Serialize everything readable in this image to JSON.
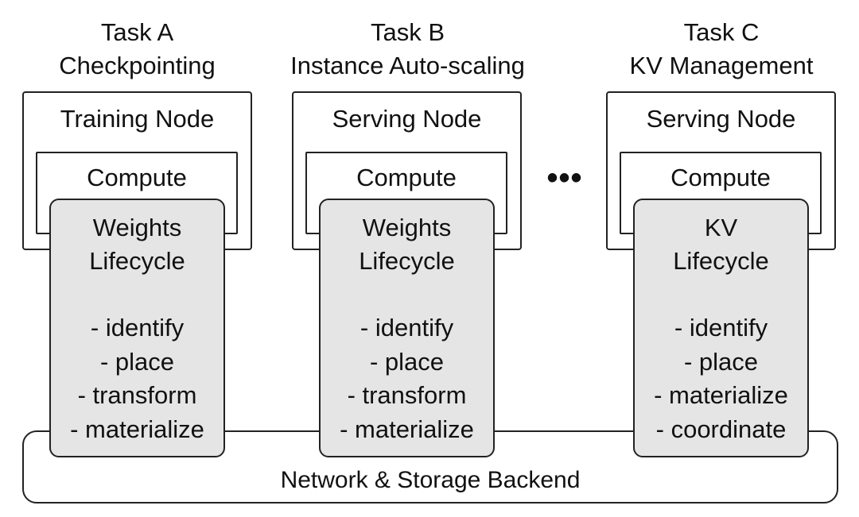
{
  "tasks": [
    {
      "task_label": "Task A",
      "task_name": "Checkpointing",
      "node_label": "Training Node",
      "compute_label": "Compute",
      "lifecycle_line1": "Weights",
      "lifecycle_line2": "Lifecycle",
      "operations": [
        "- identify",
        "- place",
        "- transform",
        "- materialize"
      ]
    },
    {
      "task_label": "Task B",
      "task_name": "Instance Auto-scaling",
      "node_label": "Serving Node",
      "compute_label": "Compute",
      "lifecycle_line1": "Weights",
      "lifecycle_line2": "Lifecycle",
      "operations": [
        "- identify",
        "- place",
        "- transform",
        "- materialize"
      ]
    },
    {
      "task_label": "Task C",
      "task_name": "KV Management",
      "node_label": "Serving Node",
      "compute_label": "Compute",
      "lifecycle_line1": "KV",
      "lifecycle_line2": "Lifecycle",
      "operations": [
        "- identify",
        "- place",
        "- materialize",
        "- coordinate"
      ]
    }
  ],
  "ellipsis": "•••",
  "backend_label": "Network & Storage Backend"
}
